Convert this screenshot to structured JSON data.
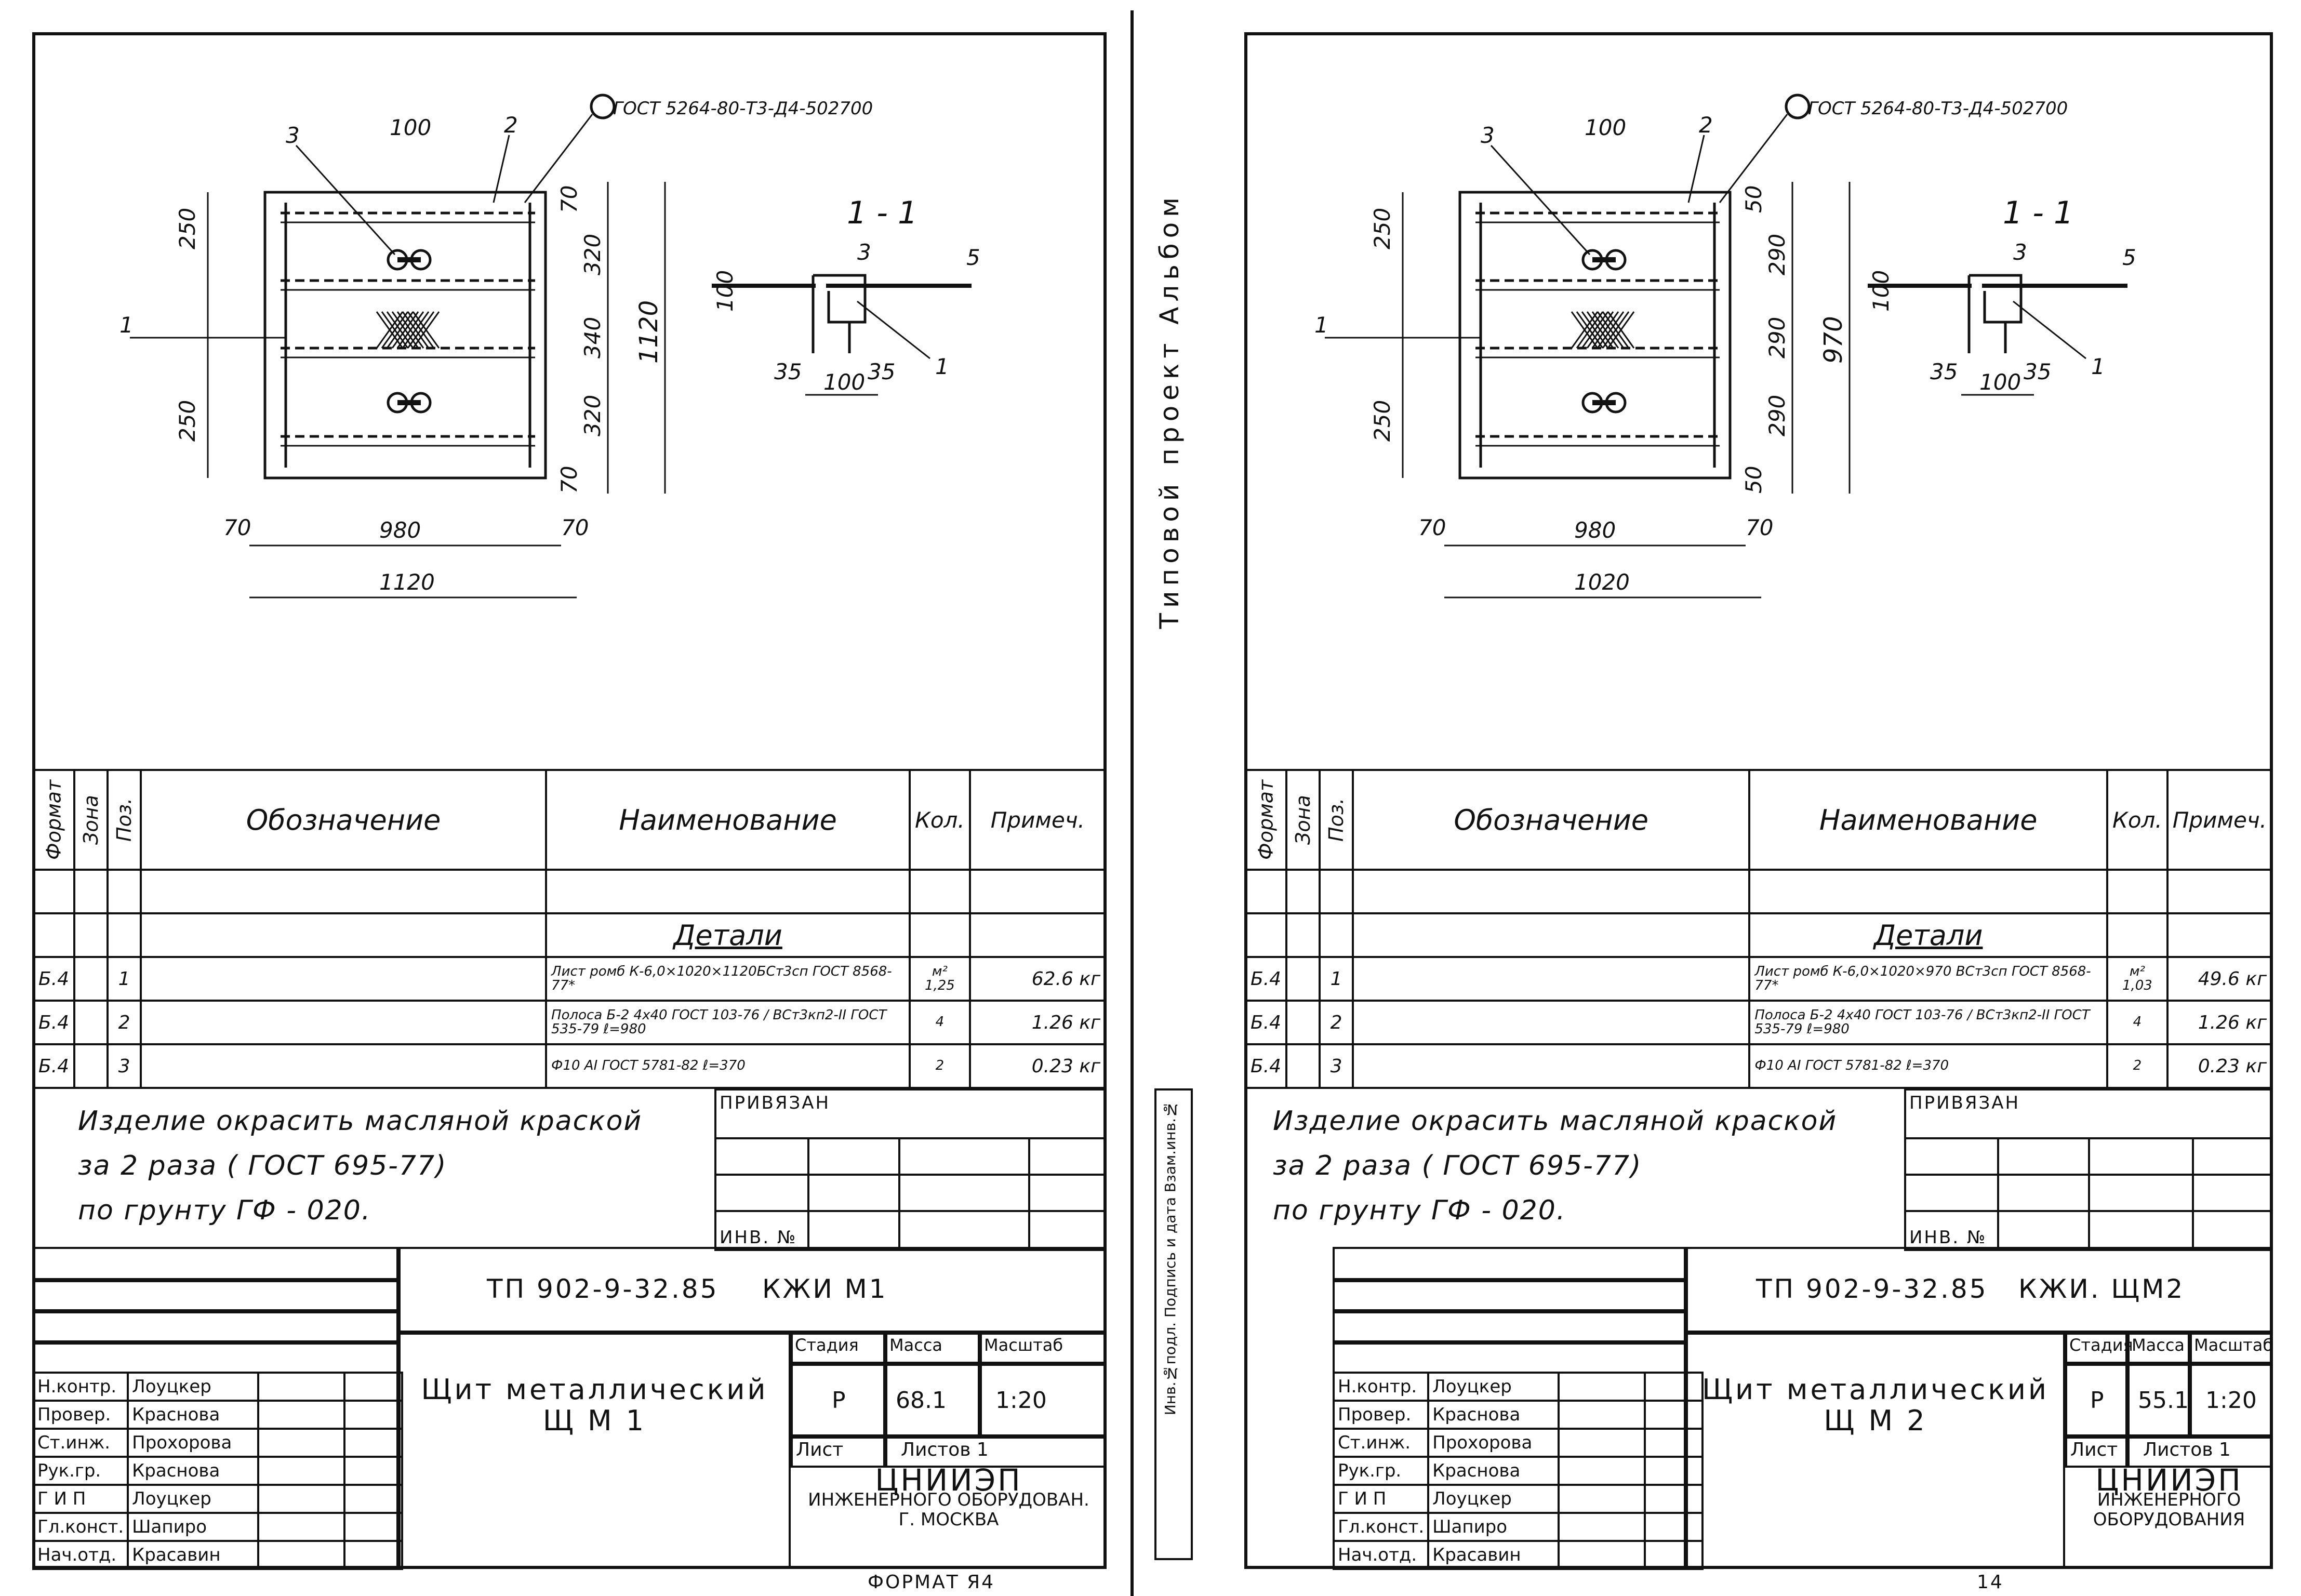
{
  "sheets": [
    {
      "drawing": {
        "gost_ref": "ГОСТ 5264-80-Т3-Д4-502700",
        "section_label": "1 - 1",
        "dims": {
          "d100_top": "100",
          "d70_top": "70",
          "d250_a": "250",
          "d320_a": "320",
          "d340": "340",
          "d320_b": "320",
          "d250_b": "250",
          "d70_bottom": "70",
          "d1120_v": "1120",
          "d70_left": "70",
          "d980": "980",
          "d70_right": "70",
          "d1120_h": "1120",
          "sec_100_h": "100",
          "sec_5": "5",
          "sec_35_a": "35",
          "sec_35_b": "35",
          "sec_100_w": "100"
        },
        "pos_labels": {
          "p1": "1",
          "p2": "2",
          "p3": "3",
          "sec_p1": "1",
          "sec_p3": "3"
        }
      },
      "spec": {
        "headers": {
          "format": "Формат",
          "zone": "Зона",
          "pos": "Поз.",
          "designation": "Обозначение",
          "name": "Наименование",
          "qty": "Кол.",
          "note": "Примеч."
        },
        "section": "Детали",
        "rows": [
          {
            "format": "Б.4",
            "pos": "1",
            "name": "Лист ромб К-6,0×1020×1120БСт3сп ГОСТ 8568-77*",
            "qty": "м² 1,25",
            "note": "62.6 кг"
          },
          {
            "format": "Б.4",
            "pos": "2",
            "name": "Полоса Б-2 4х40 ГОСТ 103-76 / ВСт3кп2-II ГОСТ 535-79 ℓ=980",
            "qty": "4",
            "note": "1.26 кг"
          },
          {
            "format": "Б.4",
            "pos": "3",
            "name": "Ф10 АI ГОСТ 5781-82 ℓ=370",
            "qty": "2",
            "note": "0.23 кг"
          }
        ]
      },
      "notes": [
        "Изделие окрасить масляной краской",
        "за 2 раза ( ГОСТ 695-77)",
        "по грунту ГФ - 020."
      ],
      "binding": {
        "title": "ПРИВЯЗАН",
        "inv": "ИНВ. №"
      },
      "title_block": {
        "code": "ТП 902-9-32.85",
        "mark": "КЖИ М1",
        "product_name": "Щит металлический",
        "product_mark": "Щ М 1",
        "stage_label": "Стадия",
        "mass_label": "Масса",
        "scale_label": "Масштаб",
        "stage": "Р",
        "mass": "68.1",
        "scale": "1:20",
        "sheet_label": "Лист",
        "sheets_label": "Листов 1",
        "org_name": "ЦНИИЭП",
        "org_line2": "ИНЖЕНЕРНОГО ОБОРУДОВАН.",
        "org_line3": "Г. МОСКВА",
        "staff": [
          {
            "role": "Н.контр.",
            "name": "Лоуцкер"
          },
          {
            "role": "Провер.",
            "name": "Краснова"
          },
          {
            "role": "Ст.инж.",
            "name": "Прохорова"
          },
          {
            "role": "Рук.гр.",
            "name": "Краснова"
          },
          {
            "role": "Г И П",
            "name": "Лоуцкер"
          },
          {
            "role": "Гл.конст.",
            "name": "Шапиро"
          },
          {
            "role": "Нач.отд.",
            "name": "Красавин"
          }
        ]
      },
      "footer": "ФОРМАТ Я4"
    },
    {
      "drawing": {
        "gost_ref": "ГОСТ 5264-80-Т3-Д4-502700",
        "section_label": "1 - 1",
        "dims": {
          "d100_top": "100",
          "d70_top": "50",
          "d250_a": "250",
          "d320_a": "290",
          "d340": "290",
          "d320_b": "290",
          "d250_b": "250",
          "d70_bottom": "50",
          "d1120_v": "970",
          "d70_left": "70",
          "d980": "980",
          "d70_right": "70",
          "d1120_h": "1020",
          "sec_100_h": "100",
          "sec_5": "5",
          "sec_35_a": "35",
          "sec_35_b": "35",
          "sec_100_w": "100"
        },
        "pos_labels": {
          "p1": "1",
          "p2": "2",
          "p3": "3",
          "sec_p1": "1",
          "sec_p3": "3"
        }
      },
      "spec": {
        "headers": {
          "format": "Формат",
          "zone": "Зона",
          "pos": "Поз.",
          "designation": "Обозначение",
          "name": "Наименование",
          "qty": "Кол.",
          "note": "Примеч."
        },
        "section": "Детали",
        "rows": [
          {
            "format": "Б.4",
            "pos": "1",
            "name": "Лист ромб К-6,0×1020×970 ВСт3сп ГОСТ 8568-77*",
            "qty": "м² 1,03",
            "note": "49.6 кг"
          },
          {
            "format": "Б.4",
            "pos": "2",
            "name": "Полоса Б-2 4х40 ГОСТ 103-76 / ВСт3кп2-II ГОСТ 535-79 ℓ=980",
            "qty": "4",
            "note": "1.26 кг"
          },
          {
            "format": "Б.4",
            "pos": "3",
            "name": "Ф10 АI ГОСТ 5781-82 ℓ=370",
            "qty": "2",
            "note": "0.23 кг"
          }
        ]
      },
      "notes": [
        "Изделие окрасить масляной краской",
        "за 2 раза ( ГОСТ 695-77)",
        "по грунту ГФ - 020."
      ],
      "binding": {
        "title": "ПРИВЯЗАН",
        "inv": "ИНВ. №"
      },
      "title_block": {
        "code": "ТП 902-9-32.85",
        "mark": "КЖИ. ЩМ2",
        "product_name": "Щит металлический",
        "product_mark": "Щ М 2",
        "stage_label": "Стадия",
        "mass_label": "Масса",
        "scale_label": "Масштаб",
        "stage": "Р",
        "mass": "55.1",
        "scale": "1:20",
        "sheet_label": "Лист",
        "sheets_label": "Листов 1",
        "org_name": "ЦНИИЭП",
        "org_line2": "ИНЖЕНЕРНОГО ОБОРУДОВАНИЯ",
        "org_line3": "",
        "staff": [
          {
            "role": "Н.контр.",
            "name": "Лоуцкер"
          },
          {
            "role": "Провер.",
            "name": "Краснова"
          },
          {
            "role": "Ст.инж.",
            "name": "Прохорова"
          },
          {
            "role": "Рук.гр.",
            "name": "Краснова"
          },
          {
            "role": "Г И П",
            "name": "Лоуцкер"
          },
          {
            "role": "Гл.конст.",
            "name": "Шапиро"
          },
          {
            "role": "Нач.отд.",
            "name": "Красавин"
          }
        ]
      },
      "footer": "14"
    }
  ],
  "album_label": "Типовой   проект   Альбом",
  "side_column": "Инв.№подл.  Подпись и дата  Взам.инв.№"
}
